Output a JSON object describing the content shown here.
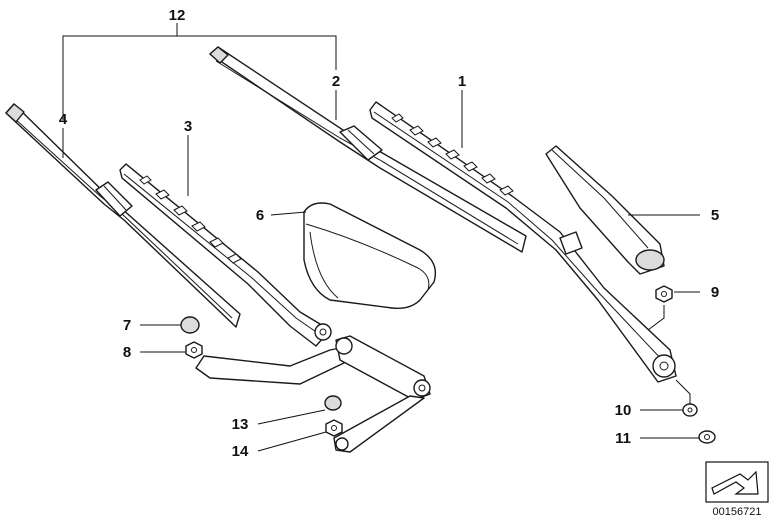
{
  "diagram": {
    "callouts": {
      "c1": "1",
      "c2": "2",
      "c3": "3",
      "c4": "4",
      "c5": "5",
      "c6": "6",
      "c7": "7",
      "c8": "8",
      "c9": "9",
      "c10": "10",
      "c11": "11",
      "c12": "12",
      "c13": "13",
      "c14": "14"
    },
    "reference_number": "00156721",
    "colors": {
      "line": "#1a1a1a",
      "shade": "#dcdcdc",
      "background": "#ffffff"
    }
  }
}
